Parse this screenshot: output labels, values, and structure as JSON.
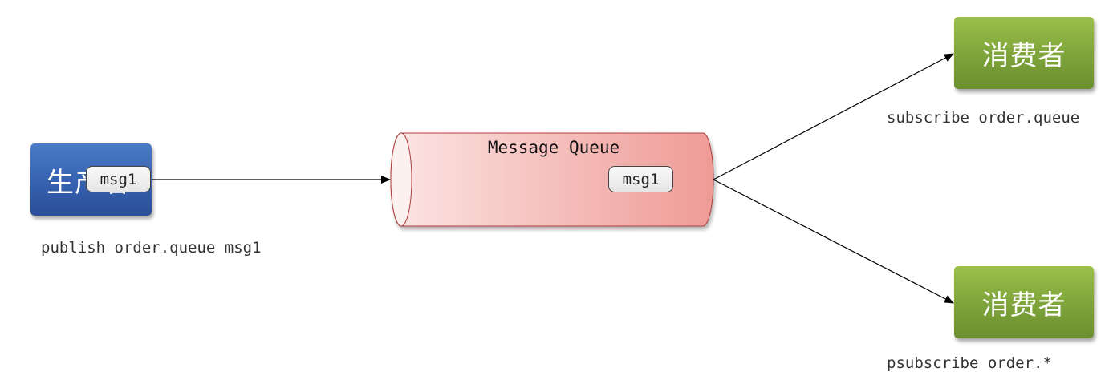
{
  "producer": {
    "label": "生产者",
    "message": "msg1",
    "caption": "publish order.queue msg1"
  },
  "queue": {
    "label": "Message Queue",
    "message": "msg1"
  },
  "consumers": [
    {
      "label": "消费者",
      "caption": "subscribe order.queue"
    },
    {
      "label": "消费者",
      "caption": "psubscribe order.*"
    }
  ],
  "colors": {
    "producer": "#3561ae",
    "consumer": "#7da33a",
    "queue_start": "#fbe5e4",
    "queue_end": "#ef9b96",
    "queue_border": "#b0403c",
    "arrow": "#000000"
  }
}
